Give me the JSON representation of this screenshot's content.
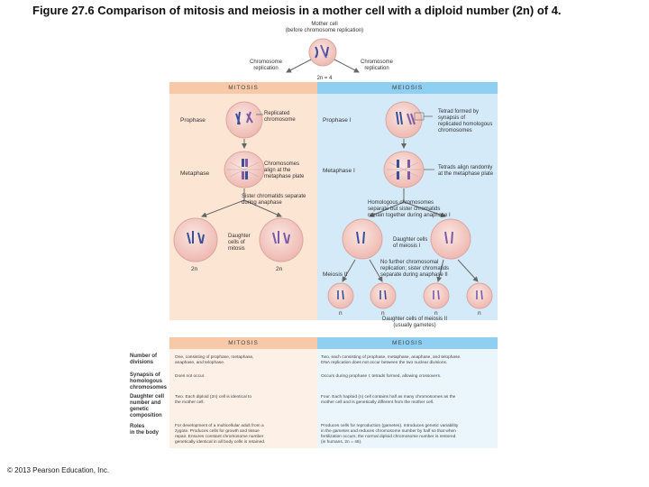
{
  "title": "Figure 27.6 Comparison of mitosis and meiosis in a mother cell with a diploid number (2n) of 4.",
  "mother": {
    "line1": "Mother cell",
    "line2": "(before chromosome replication)"
  },
  "replication_left": {
    "line1": "Chromosome",
    "line2": "replication"
  },
  "replication_right": {
    "line1": "Chromosome",
    "line2": "replication"
  },
  "ploidy": "2n = 4",
  "mitosis": {
    "header": "MITOSIS",
    "prophase": "Prophase",
    "replicated_label": {
      "line1": "Replicated",
      "line2": "chromosome"
    },
    "metaphase": "Metaphase",
    "align_label": {
      "line1": "Chromosomes",
      "line2": "align at the",
      "line3": "metaphase plate"
    },
    "separate_label": {
      "line1": "Sister chromatids separate",
      "line2": "during anaphase"
    },
    "daughter_label": {
      "line1": "Daughter",
      "line2": "cells of",
      "line3": "mitosis"
    },
    "ploidy_left": "2n",
    "ploidy_right": "2n"
  },
  "meiosis": {
    "header": "MEIOSIS",
    "prophase": "Prophase I",
    "tetrad_label": {
      "line1": "Tetrad formed by",
      "line2": "synapsis of",
      "line3": "replicated homologous",
      "line4": "chromosomes"
    },
    "metaphase": "Metaphase I",
    "tetrads_align": {
      "line1": "Tetrads align randomly",
      "line2": "at the metaphase plate"
    },
    "homologous_label": {
      "line1": "Homologous chromosomes",
      "line2": "separate but sister chromatids",
      "line3": "remain together during anaphase I"
    },
    "daughter1_label": {
      "line1": "Daughter cells",
      "line2": "of meiosis I"
    },
    "meiosis2": "Meiosis II",
    "no_replication": {
      "line1": "No further chromosomal",
      "line2": "replication; sister chromatids",
      "line3": "separate during anaphase II"
    },
    "n_labels": [
      "n",
      "n",
      "n",
      "n"
    ],
    "daughter2_label": {
      "line1": "Daughter cells of meiosis II",
      "line2": "(usually gametes)"
    }
  },
  "table": {
    "mitosis_header": "MITOSIS",
    "meiosis_header": "MEIOSIS",
    "rows": [
      {
        "label": [
          "Number of",
          "divisions"
        ],
        "mitosis": [
          "One, consisting of prophase, metaphase,",
          "anaphase, and telophase."
        ],
        "meiosis": [
          "Two, each consisting of prophase, metaphase, anaphase, and telophase.",
          "DNA replication does not occur between the two nuclear divisions."
        ]
      },
      {
        "label": [
          "Synapsis of",
          "homologous",
          "chromosomes"
        ],
        "mitosis": [
          "Does not occur."
        ],
        "meiosis": [
          "Occurs during prophase I; tetrads formed, allowing crossovers."
        ]
      },
      {
        "label": [
          "Daughter cell",
          "number and",
          "genetic",
          "composition"
        ],
        "mitosis": [
          "Two. Each diploid (2n) cell is identical to",
          "the mother cell."
        ],
        "meiosis": [
          "Four. Each haploid (n) cell contains half as many chromosomes as the",
          "mother cell and is genetically different from the mother cell."
        ]
      },
      {
        "label": [
          "Roles",
          "in the body"
        ],
        "mitosis": [
          "For development of a multicellular adult from a",
          "zygote. Produces cells for growth and tissue",
          "repair. Ensures constant chromosome number",
          "genetically identical in all body cells is retained."
        ],
        "meiosis": [
          "Produces cells for reproduction (gametes). Introduces genetic variability",
          "in the gametes and reduces chromosome number by half so that when",
          "fertilization occurs, the normal diploid chromosome number is restored",
          "(in humans, 2n = 46)."
        ]
      }
    ]
  },
  "footer": "© 2013 Pearson Education, Inc.",
  "colors": {
    "mitosis_panel": "#fde5d4",
    "mitosis_bar": "#f7c9a8",
    "meiosis_panel": "#d4eaf8",
    "meiosis_bar": "#8ecff2",
    "cell_fill": "#f6d3cf",
    "cell_stroke": "#d9a7a0",
    "chrom_blue": "#3a4f9a",
    "chrom_purple": "#7b5aa6",
    "arrow": "#666666"
  }
}
